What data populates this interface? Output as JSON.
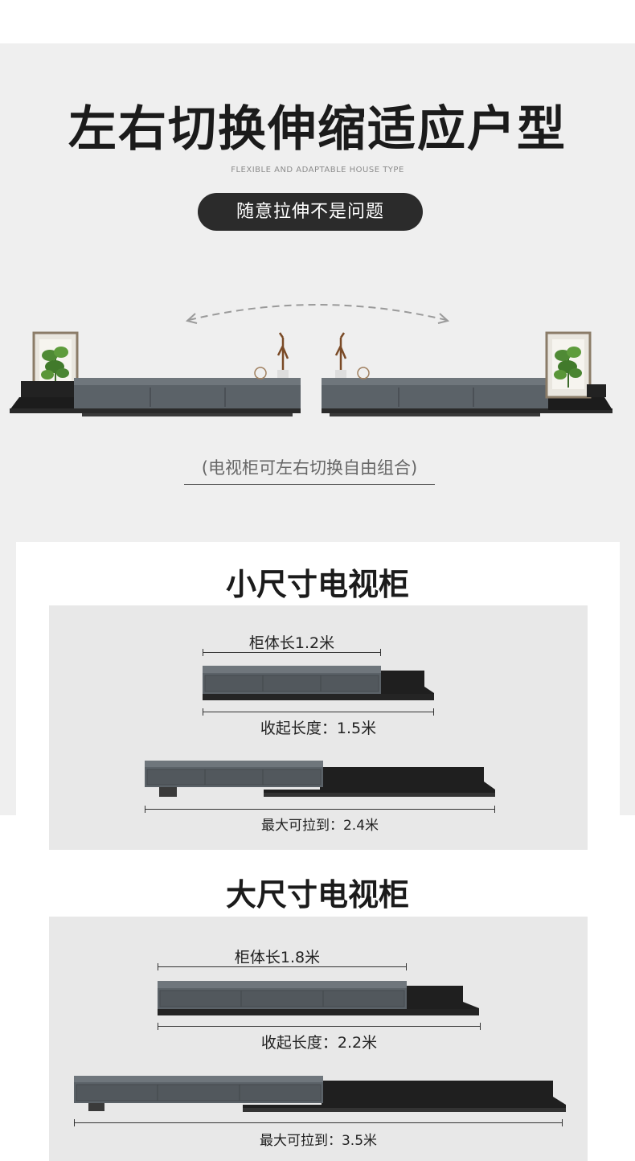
{
  "header": {
    "title": "左右切换伸缩适应户型",
    "subtitle_en": "FLEXIBLE AND ADAPTABLE HOUSE TYPE",
    "pill_label": "随意拉伸不是问题"
  },
  "hero": {
    "caption": "(电视柜可左右切换自由组合)"
  },
  "small": {
    "title": "小尺寸电视柜",
    "body_length": "柜体长1.2米",
    "closed_length": "收起长度：1.5米",
    "max_length": "最大可拉到：2.4米"
  },
  "large": {
    "title": "大尺寸电视柜",
    "body_length": "柜体长1.8米",
    "closed_length": "收起长度：2.2米",
    "max_length": "最大可拉到：3.5米"
  },
  "colors": {
    "background": "#efefef",
    "pill": "#2b2b2b",
    "cabinet_grey": "#5b6268",
    "base_black": "#1e1e1e"
  }
}
